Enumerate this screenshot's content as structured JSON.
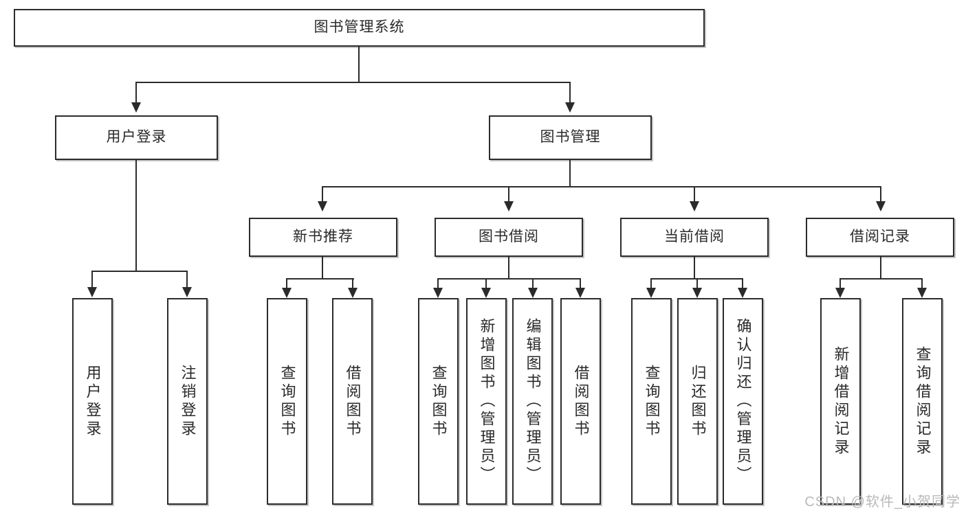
{
  "diagram": {
    "type": "tree",
    "title": "图书管理系统",
    "root": {
      "label": "图书管理系统",
      "children": [
        {
          "label": "用户登录",
          "children": [
            {
              "label": "用户登录"
            },
            {
              "label": "注销登录"
            }
          ]
        },
        {
          "label": "图书管理",
          "children": [
            {
              "label": "新书推荐",
              "children": [
                {
                  "label": "查询图书"
                },
                {
                  "label": "借阅图书"
                }
              ]
            },
            {
              "label": "图书借阅",
              "children": [
                {
                  "label": "查询图书"
                },
                {
                  "label": "新增图书（管理员）"
                },
                {
                  "label": "编辑图书（管理员）"
                },
                {
                  "label": "借阅图书"
                }
              ]
            },
            {
              "label": "当前借阅",
              "children": [
                {
                  "label": "查询图书"
                },
                {
                  "label": "归还图书"
                },
                {
                  "label": "确认归还（管理员）"
                }
              ]
            },
            {
              "label": "借阅记录",
              "children": [
                {
                  "label": "新增借阅记录"
                },
                {
                  "label": "查询借阅记录"
                }
              ]
            }
          ]
        }
      ]
    }
  },
  "watermark": {
    "text": "CSDN @软件_小贺同学"
  },
  "colors": {
    "box_border": "#2b2b2b",
    "box_fill": "#ffffff",
    "connector": "#2b2b2b",
    "watermark": "#b9b9b9",
    "page_background": "#ffffff"
  }
}
